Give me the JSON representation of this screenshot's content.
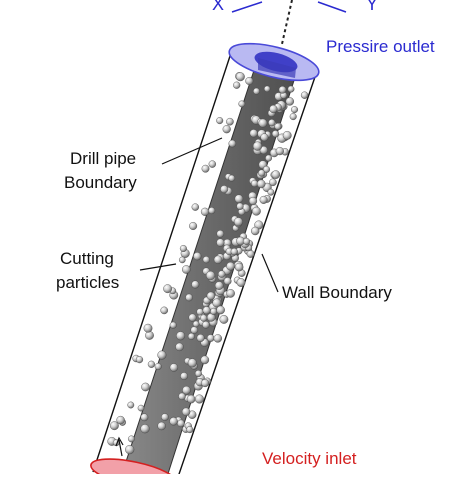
{
  "labels": {
    "pressure_outlet": "Pressire outlet",
    "drill_pipe_line1": "Drill pipe",
    "drill_pipe_line2": "Boundary",
    "cutting_line1": "Cutting",
    "cutting_line2": "particles",
    "wall_boundary": "Wall Boundary",
    "velocity_inlet": "Velocity inlet",
    "axis_x": "X",
    "axis_y": "Y"
  },
  "colors": {
    "outlet_fill": "#b9b9f2",
    "outlet_stroke": "#4a4ad8",
    "outlet_inner": "#4040c8",
    "inlet_fill": "#f2a0a8",
    "inlet_stroke": "#d42020",
    "drill_pipe_fill": "#6f6f6f",
    "particle": "#d0d0d0",
    "label_blue": "#2a2ad0",
    "label_red": "#d42020"
  }
}
